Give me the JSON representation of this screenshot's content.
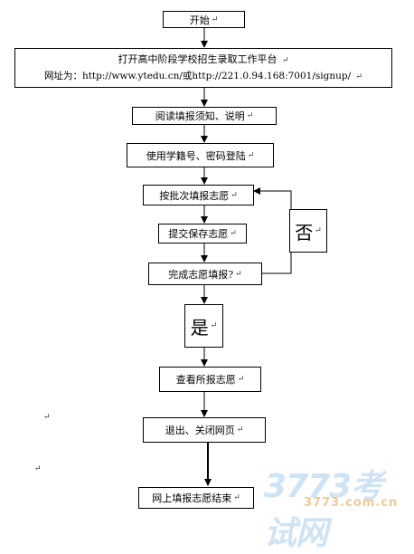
{
  "flow": {
    "start": "开始",
    "open_line1": "打开高中阶段学校招生录取工作平台",
    "open_line2": "网址为：http://www.ytedu.cn/或http://221.0.94.168:7001/signup/",
    "read": "阅读填报须知、说明",
    "login": "使用学籍号、密码登陆",
    "batch_fill": "按批次填报志愿",
    "submit": "提交保存志愿",
    "complete_q": "完成志愿填报?",
    "no": "否",
    "yes": "是",
    "view": "查看所报志愿",
    "exit": "退出、关闭网页",
    "end": "网上填报志愿结束"
  },
  "marks": {
    "paragraph": "↵"
  },
  "watermark": {
    "logo": "3773考试网",
    "url": "3773.com.cn"
  },
  "colors": {
    "line": "#000000",
    "watermark_blue": "#cfe3f3",
    "watermark_orange": "#f0c99a"
  }
}
